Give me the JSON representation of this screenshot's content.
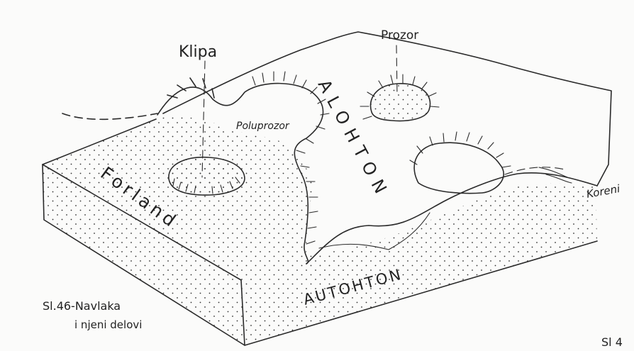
{
  "figure": {
    "labels": {
      "klipa": "Klipa",
      "prozor": "Prozor",
      "poluprozor": "Poluprozor",
      "alohton": "ALOHTON",
      "forland": "Forland",
      "autohton": "AUTOHTON",
      "koreni": "Koreni"
    },
    "caption": {
      "line1": "Sl.46-Navlaka",
      "line2": "i njeni delovi"
    },
    "corner_text": "Sl 4"
  }
}
